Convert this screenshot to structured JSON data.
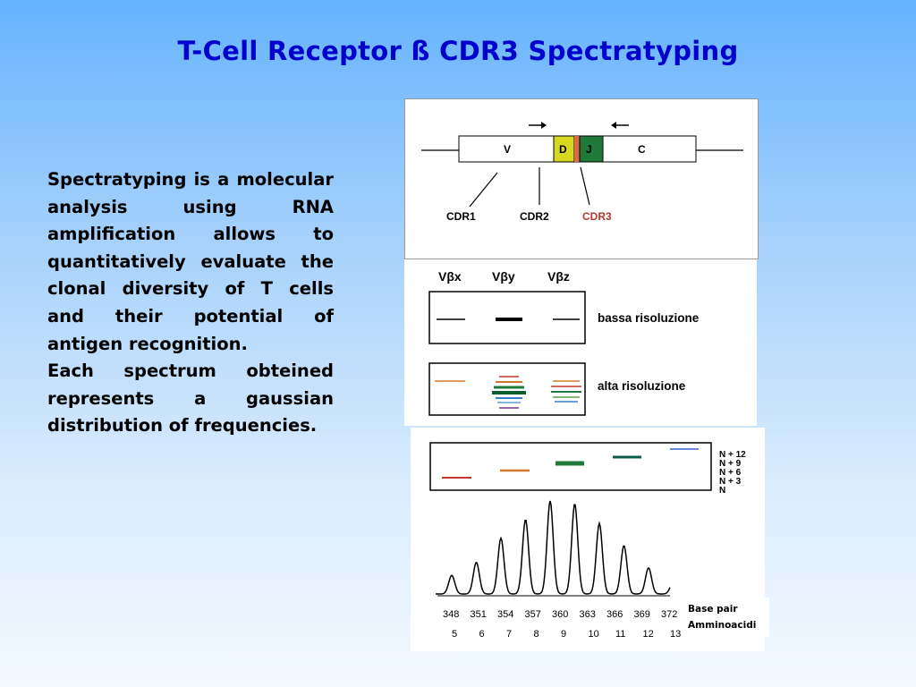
{
  "slide": {
    "title": "T-Cell Receptor ß CDR3 Spectratyping",
    "paragraph1": "Spectratyping is a molecular analysis using RNA amplification allows to quantitatively evaluate the clonal diversity of T cells and their potential of antigen recognition.",
    "paragraph2": "Each spectrum obteined represents a gaussian distribution of frequencies."
  },
  "gene_diagram": {
    "segments": [
      "V",
      "D",
      "J",
      "C"
    ],
    "cdr_labels": [
      "CDR1",
      "CDR2",
      "CDR3"
    ],
    "colors": {
      "d_segment": "#d8d820",
      "j_segment": "#1f7a3a",
      "cdr3_line": "#c0392b",
      "cdr3_label": "#b03a2e"
    }
  },
  "resolution_panel": {
    "families": [
      "Vβx",
      "Vβy",
      "Vβz"
    ],
    "low_label": "bassa risoluzione",
    "high_label": "alta risoluzione"
  },
  "spectrum_panel": {
    "size_labels": [
      "N + 12",
      "N + 9",
      "N + 6",
      "N + 3",
      "N"
    ],
    "base_pair_ticks": [
      "348",
      "351",
      "354",
      "357",
      "360",
      "363",
      "366",
      "369",
      "372"
    ],
    "amino_acid_ticks": [
      "5",
      "6",
      "7",
      "8",
      "9",
      "10",
      "11",
      "12",
      "13"
    ],
    "peak_relative_heights": [
      0.2,
      0.34,
      0.6,
      0.8,
      1.0,
      0.97,
      0.76,
      0.52,
      0.28,
      0.12
    ]
  },
  "legend": {
    "base_pair": "Base pair",
    "amino_acids": "Amminoacidi"
  }
}
